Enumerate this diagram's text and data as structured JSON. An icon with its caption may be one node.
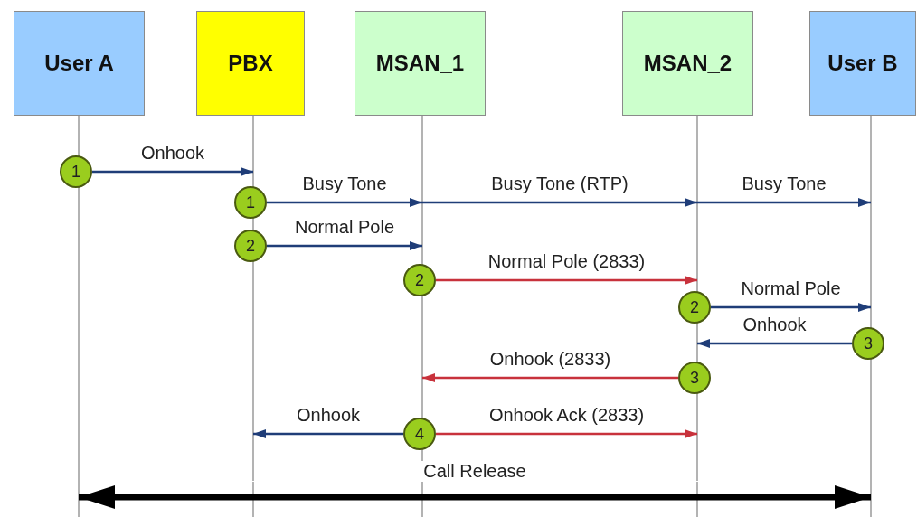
{
  "diagram": {
    "nodes": [
      {
        "text": [
          "User A"
        ]
      },
      {
        "text": [
          "PBX"
        ]
      },
      {
        "text": [
          "MSAN_1"
        ]
      },
      {
        "text": [
          "MSAN_2"
        ]
      },
      {
        "text": [
          "User B"
        ]
      },
      {
        "text": [],
        "shape": "line"
      },
      {
        "text": [],
        "shape": "line"
      },
      {
        "text": [],
        "shape": "line"
      },
      {
        "text": [],
        "shape": "line"
      },
      {
        "text": [],
        "shape": "line"
      },
      {
        "text": [
          "1"
        ]
      },
      {
        "text": [
          "1"
        ]
      },
      {
        "text": [
          "2"
        ]
      },
      {
        "text": [
          "2"
        ]
      },
      {
        "text": [
          "2"
        ]
      },
      {
        "text": [
          "3"
        ]
      },
      {
        "text": [
          "3"
        ]
      },
      {
        "text": [
          "4"
        ]
      }
    ],
    "edges": [
      {
        "from": 10,
        "to": 6,
        "arrow": "to",
        "label": "Onhook"
      },
      {
        "from": 11,
        "to": 7,
        "arrow": "to",
        "label": "Busy Tone"
      },
      {
        "from": 7,
        "to": 8,
        "arrow": "to",
        "label": "Busy Tone (RTP)"
      },
      {
        "from": 8,
        "to": 9,
        "arrow": "to",
        "label": "Busy Tone"
      },
      {
        "from": 12,
        "to": 7,
        "arrow": "to",
        "label": "Normal Pole"
      },
      {
        "from": 13,
        "to": 8,
        "arrow": "to",
        "label": "Normal Pole (2833)",
        "color": "#c8323c"
      },
      {
        "from": 14,
        "to": 9,
        "arrow": "to",
        "label": "Normal Pole"
      },
      {
        "from": 15,
        "to": 8,
        "arrow": "to",
        "label": "Onhook"
      },
      {
        "from": 16,
        "to": 7,
        "arrow": "to",
        "label": "Onhook (2833)",
        "color": "#c8323c"
      },
      {
        "from": 17,
        "to": 6,
        "arrow": "to",
        "label": "Onhook"
      },
      {
        "from": 17,
        "to": 8,
        "arrow": "to",
        "label": "Onhook Ack (2833)",
        "color": "#c8323c"
      },
      {
        "from": 5,
        "to": 9,
        "arrow": "both",
        "label": "Call Release",
        "style": "thick",
        "color": "#000000"
      }
    ]
  }
}
